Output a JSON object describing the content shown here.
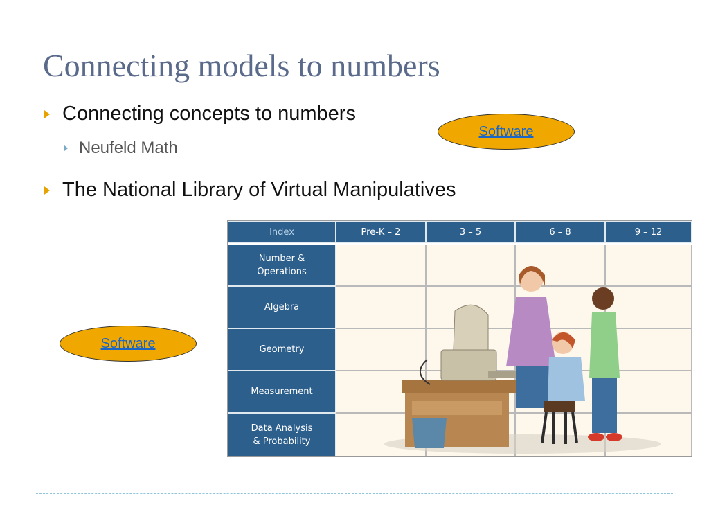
{
  "slide": {
    "title": "Connecting models to numbers"
  },
  "bullets": [
    {
      "text": "Connecting concepts to numbers"
    },
    {
      "text": "Neufeld Math"
    },
    {
      "text": "The National Library of Virtual Manipulatives"
    }
  ],
  "links": {
    "software_top": "Software",
    "software_left": "Software"
  },
  "grid": {
    "header": [
      "Index",
      "Pre-K – 2",
      "3 – 5",
      "6 – 8",
      "9 – 12"
    ],
    "rows": [
      "Number &\nOperations",
      "Algebra",
      "Geometry",
      "Measurement",
      "Data Analysis\n& Probability"
    ]
  },
  "colors": {
    "title": "#5a6a8a",
    "accent_bullet": "#e8a200",
    "grid_header": "#2d5f8c",
    "oval_fill": "#f0a800",
    "link": "#1a66c8"
  }
}
